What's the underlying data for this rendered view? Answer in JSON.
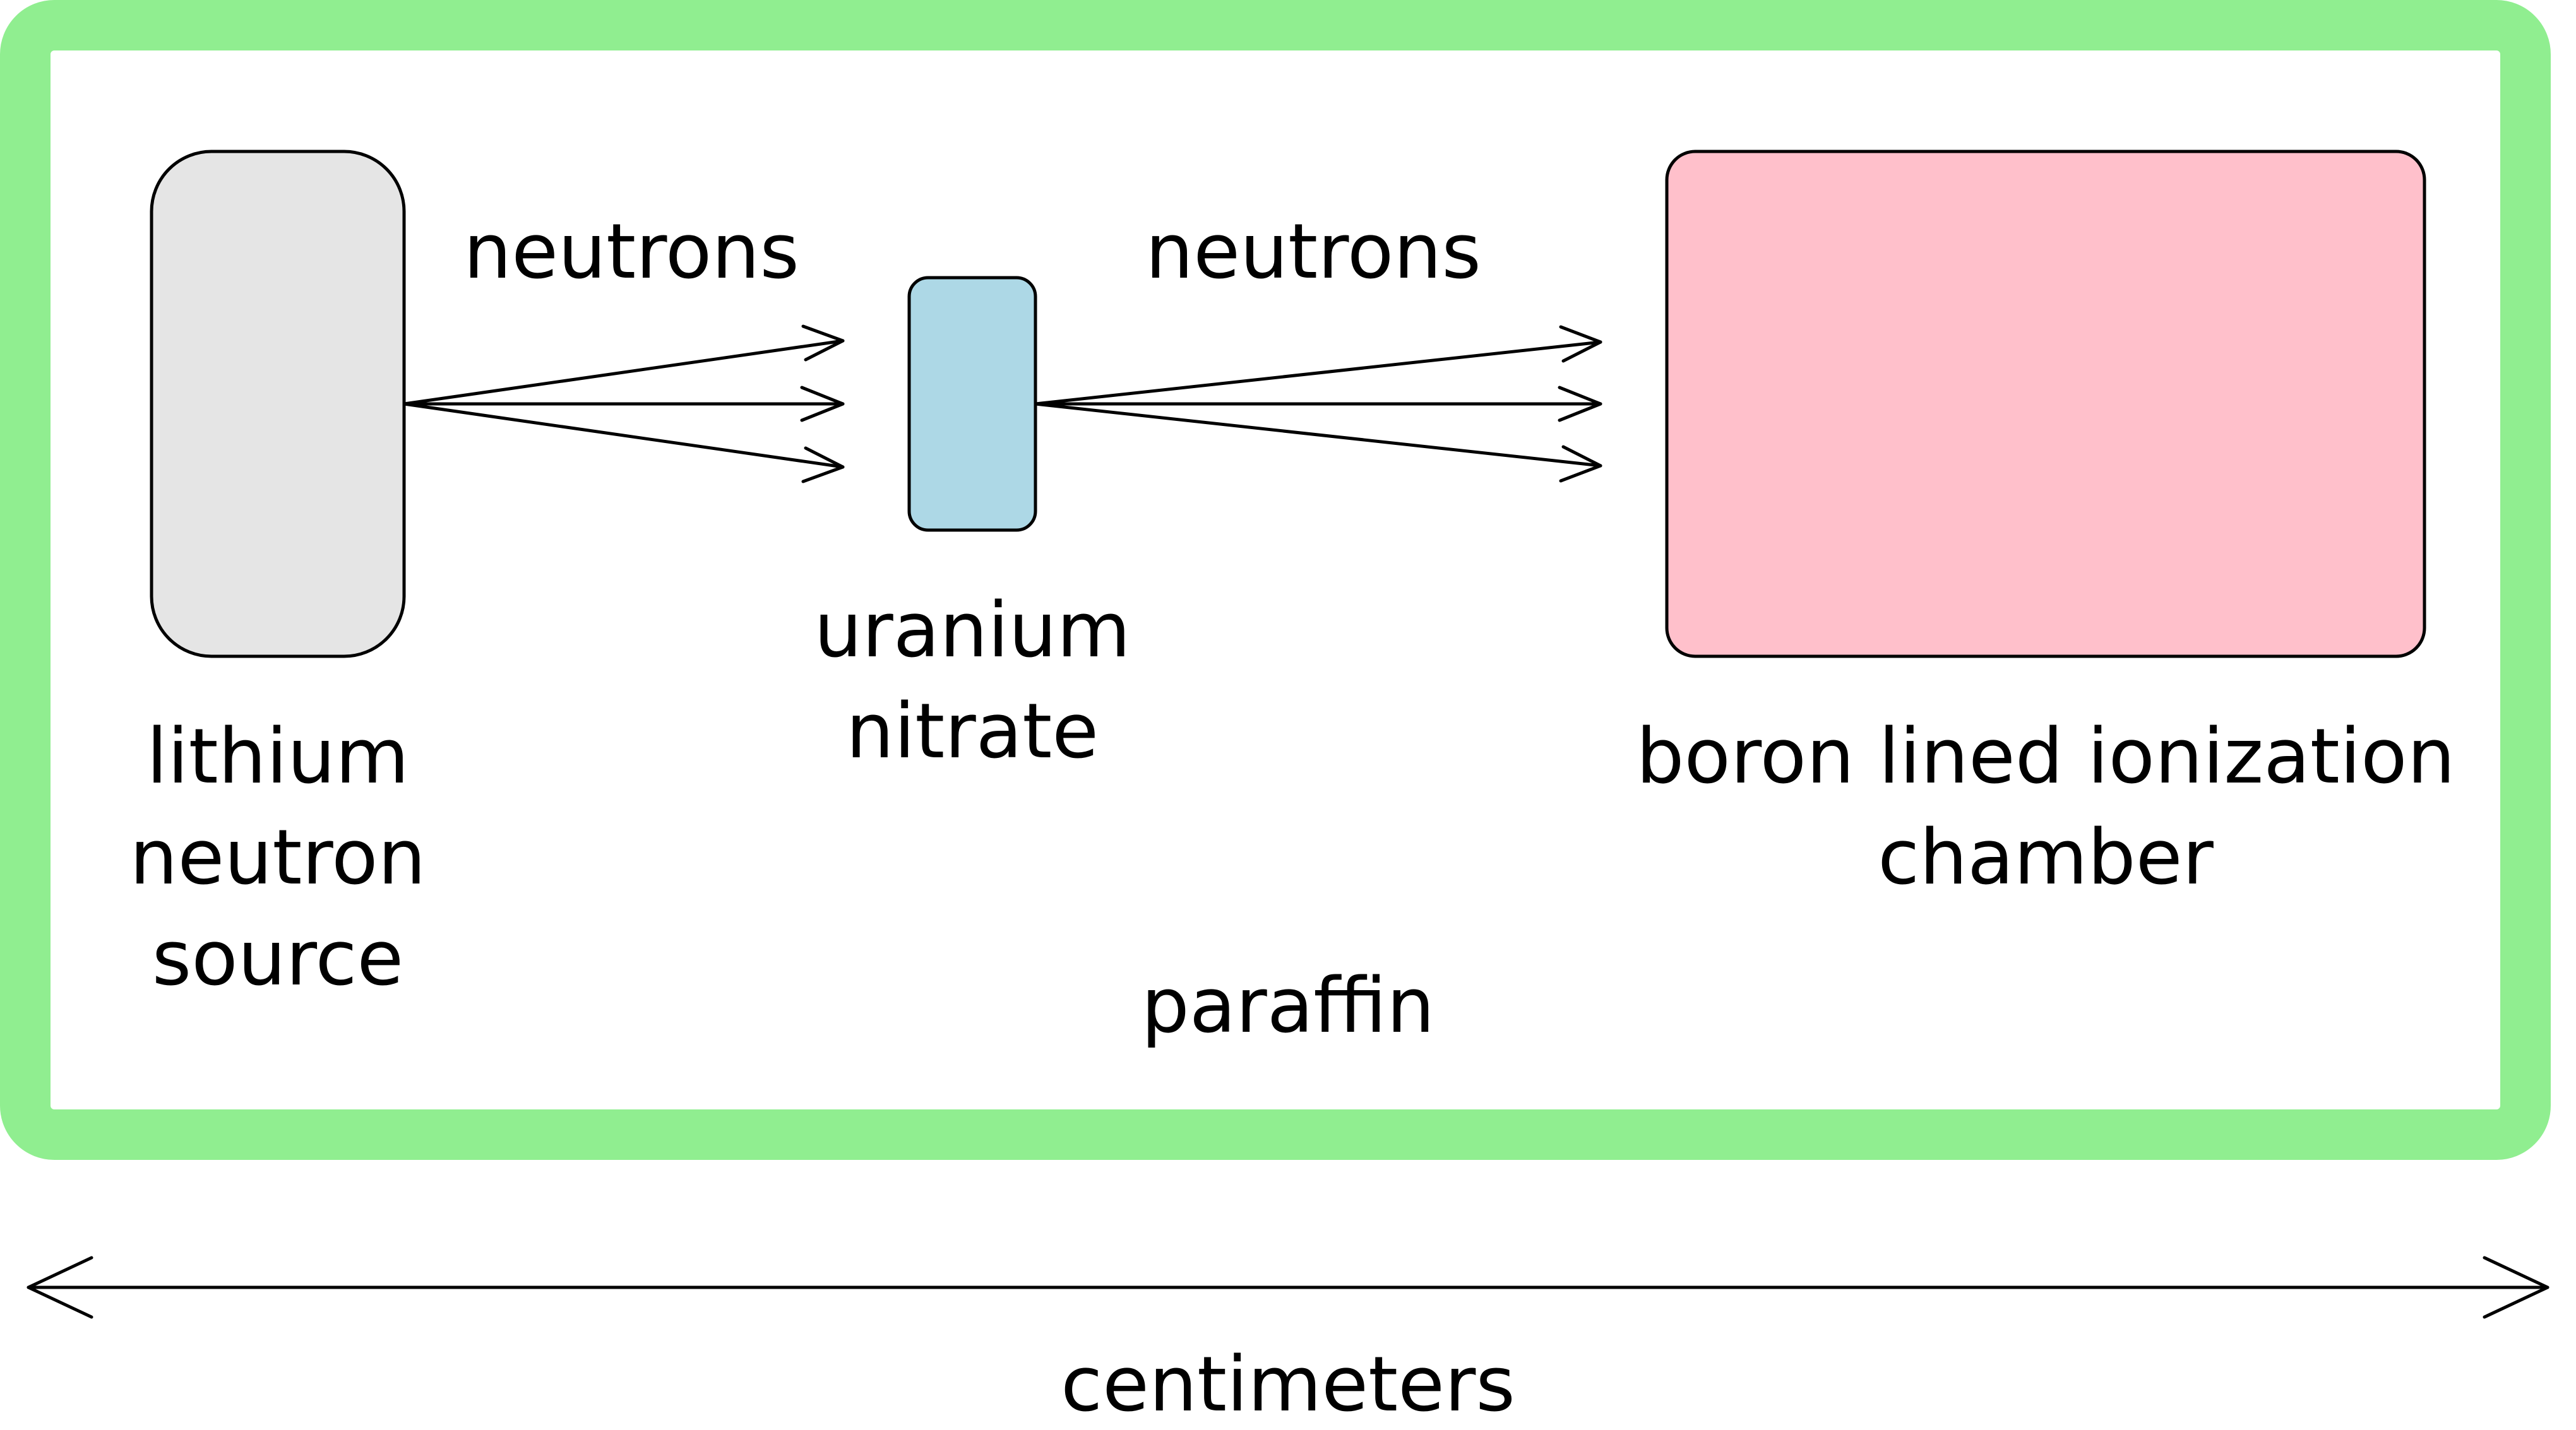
{
  "diagram": {
    "colors": {
      "enclosure_border": "#90ee90",
      "source_fill": "#e5e5e5",
      "sample_fill": "#add8e6",
      "chamber_fill": "#ffc0cb",
      "stroke": "#000000",
      "background": "#ffffff"
    },
    "labels": {
      "neutrons_left": "neutrons",
      "neutrons_right": "neutrons",
      "source_line1": "lithium",
      "source_line2": "neutron",
      "source_line3": "source",
      "sample_line1": "uranium",
      "sample_line2": "nitrate",
      "chamber_line1": "boron lined ionization",
      "chamber_line2": "chamber",
      "moderator": "paraffin",
      "scale": "centimeters"
    }
  }
}
